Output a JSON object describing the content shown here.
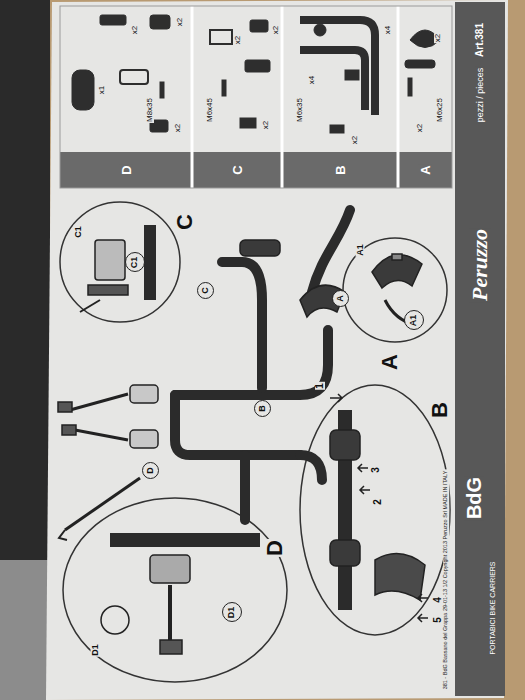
{
  "diagram": {
    "nodes": [
      {
        "text": [
          "A"
        ]
      },
      {
        "text": [
          "B"
        ]
      },
      {
        "text": [
          "C"
        ]
      },
      {
        "text": [
          "D"
        ]
      },
      {
        "text": [
          "A1"
        ]
      },
      {
        "text": [
          "C1"
        ]
      },
      {
        "text": [
          "D1"
        ]
      }
    ],
    "labels": [
      "pezzi / pieces",
      "Art.381",
      "Peruzzo",
      "BdG",
      "PORTABICI BIKE CARRIERS",
      "381 - BdG Bassano del Grappa 29-01-13   1/2   Copyright 2013 Peruzzo Srl   MADE IN ITALY",
      "A",
      "B",
      "C",
      "D",
      "x2",
      "M6x25",
      "x2",
      "x4",
      "M6x35",
      "x4",
      "x2",
      "x2",
      "x2",
      "M6x45",
      "x2",
      "x2",
      "x2",
      "M8x35",
      "x1",
      "x2",
      "A",
      "B",
      "C",
      "D",
      "A1",
      "C1",
      "D1",
      "1",
      "2",
      "3",
      "4",
      "5"
    ]
  }
}
